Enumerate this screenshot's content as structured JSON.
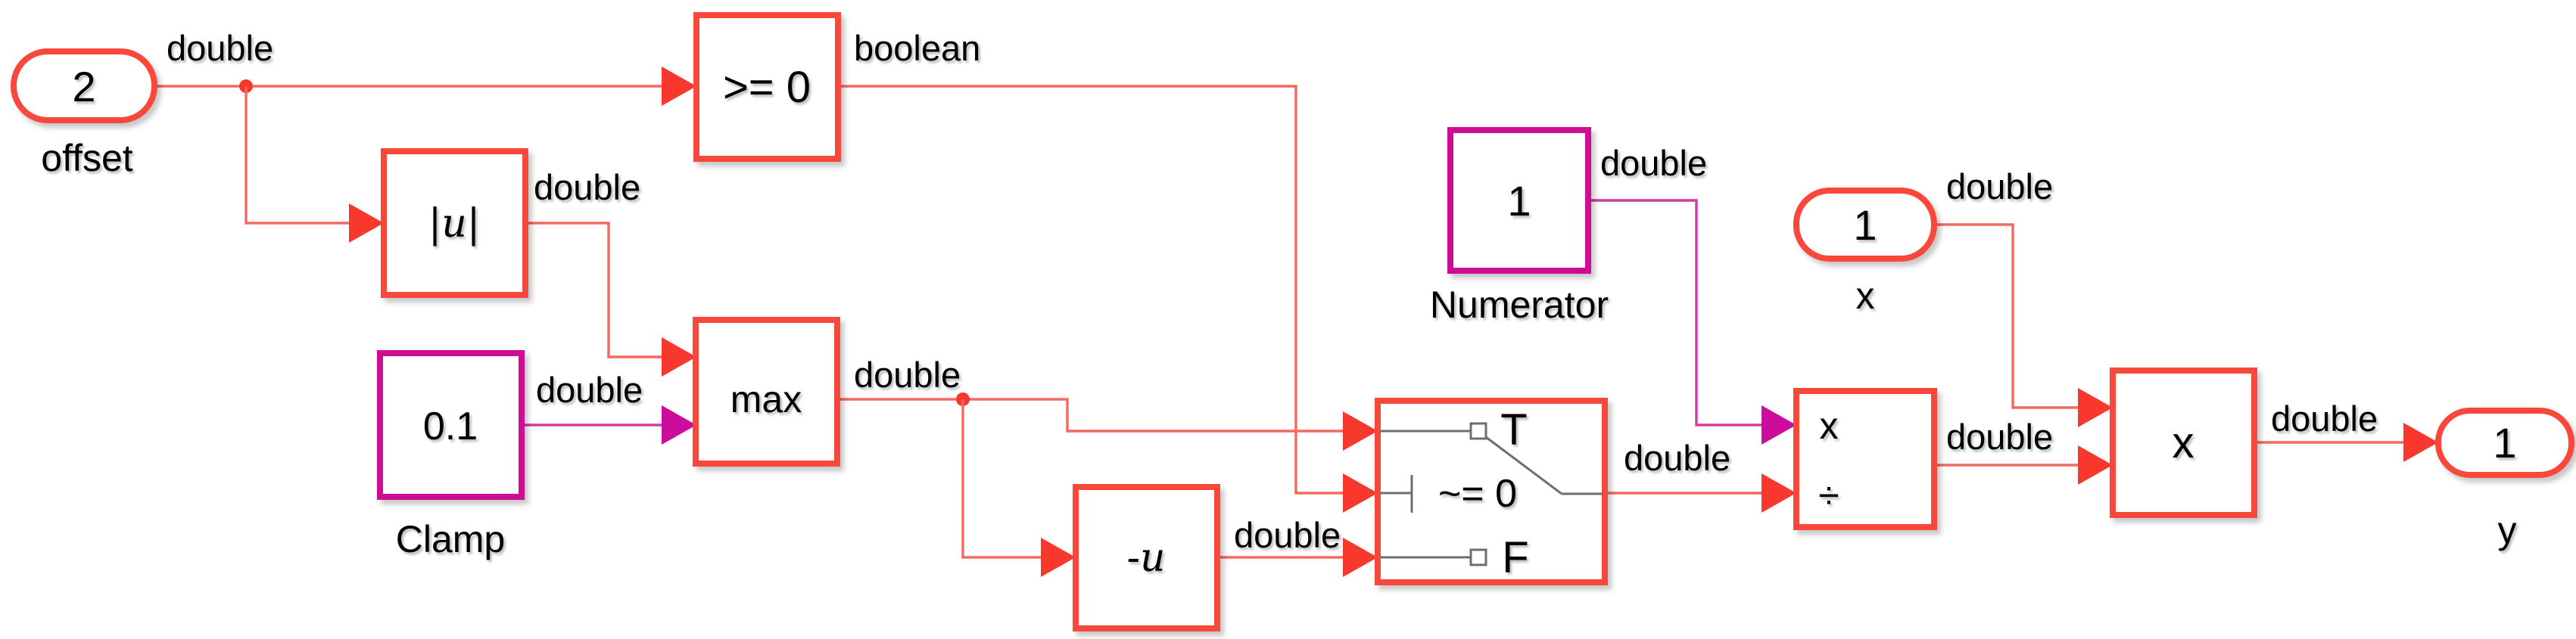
{
  "colors": {
    "block_stroke": "#F8473A",
    "constant_stroke": "#CE1092",
    "wire": "#F4685F",
    "wire_magenta": "#D03CA4",
    "arrow": "#F8382C",
    "arrow_magenta": "#CC0C9C",
    "switch_internal": "#6E6E6E"
  },
  "blocks": {
    "offset_inport": {
      "value": "2",
      "label": "offset"
    },
    "relational_operator": {
      "text": ">= 0"
    },
    "abs": {
      "text": "|u|"
    },
    "max": {
      "text": "max"
    },
    "clamp_constant": {
      "value": "0.1",
      "label": "Clamp"
    },
    "unary_minus": {
      "text": "-u"
    },
    "switch": {
      "true_port": "T",
      "criteria": "~= 0",
      "false_port": "F"
    },
    "numerator_constant": {
      "value": "1",
      "label": "Numerator"
    },
    "x_inport": {
      "value": "1",
      "label": "x"
    },
    "divide": {
      "multiply_symbol": "x",
      "divide_symbol": "÷"
    },
    "product": {
      "symbol": "x"
    },
    "y_outport": {
      "value": "1",
      "label": "y"
    }
  },
  "signal_labels": {
    "offset_out": "double",
    "relop_out": "boolean",
    "abs_out": "double",
    "clamp_out": "double",
    "max_out": "double",
    "unary_minus_out": "double",
    "switch_out": "double",
    "numerator_out": "double",
    "x_out": "double",
    "divide_out": "double",
    "product_out": "double"
  }
}
